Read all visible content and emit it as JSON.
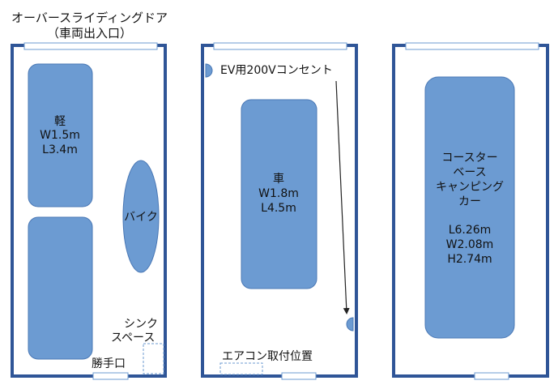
{
  "colors": {
    "wall": "#2f5597",
    "vehicle_fill": "#6c9bd2",
    "vehicle_stroke": "#4a78b5",
    "door_fill": "#ffffff",
    "dashed": "#6c9bd2",
    "text": "#111111",
    "arrow": "#222222"
  },
  "header": {
    "line1": "オーバースライディングドア",
    "line2": "（車両出入口）"
  },
  "garage1": {
    "kei_car": {
      "line1": "軽",
      "line2": "W1.5m",
      "line3": "L3.4m"
    },
    "bike": "バイク",
    "sink": {
      "line1": "シンク",
      "line2": "スペース"
    },
    "side_door": "勝手口"
  },
  "garage2": {
    "ev_outlet": "EV用200Vコンセント",
    "car": {
      "line1": "車",
      "line2": "W1.8m",
      "line3": "L4.5m"
    },
    "aircon": "エアコン取付位置"
  },
  "garage3": {
    "camper": {
      "line1": "コースター",
      "line2": "ベース",
      "line3": "キャンピング",
      "line4": "カー",
      "line5": "L6.26m",
      "line6": "W2.08m",
      "line7": "H2.74m"
    }
  }
}
